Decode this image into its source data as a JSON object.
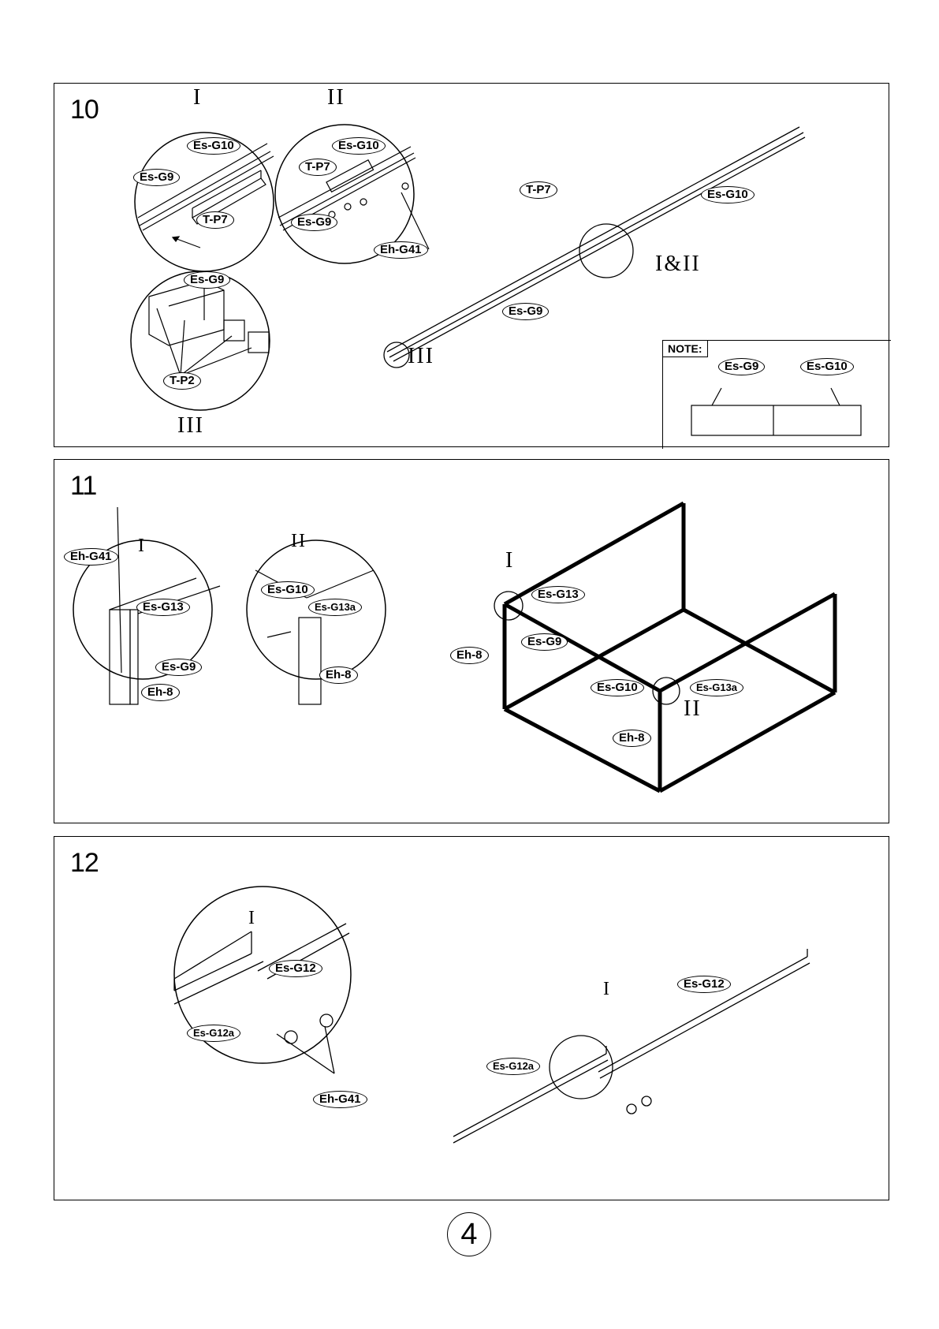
{
  "page_number": "4",
  "steps": [
    {
      "number": "10",
      "detail_labels": [
        "I",
        "II",
        "III",
        "I&II",
        "III"
      ],
      "detail_I_parts": [
        "Es-G10",
        "Es-G9",
        "T-P7"
      ],
      "detail_II_parts": [
        "Es-G10",
        "T-P7",
        "Es-G9",
        "Eh-G41"
      ],
      "detail_III_parts": [
        "Es-G9",
        "T-P2"
      ],
      "main_parts": [
        "T-P7",
        "Es-G10",
        "Es-G9"
      ],
      "note": {
        "label": "NOTE:",
        "parts": [
          "Es-G9",
          "Es-G10"
        ]
      }
    },
    {
      "number": "11",
      "detail_labels": [
        "I",
        "II",
        "I",
        "II"
      ],
      "detail_I_parts": [
        "Eh-G41",
        "Es-G13",
        "Es-G9",
        "Eh-8"
      ],
      "detail_II_parts": [
        "Es-G10",
        "Es-G13a",
        "Eh-8"
      ],
      "main_parts": [
        "Es-G13",
        "Es-G9",
        "Eh-8",
        "Es-G10",
        "Es-G13a",
        "Eh-8"
      ]
    },
    {
      "number": "12",
      "detail_labels": [
        "I",
        "I"
      ],
      "detail_I_parts": [
        "Es-G12",
        "Es-G12a",
        "Eh-G41"
      ],
      "main_parts": [
        "Es-G12",
        "Es-G12a"
      ]
    }
  ]
}
